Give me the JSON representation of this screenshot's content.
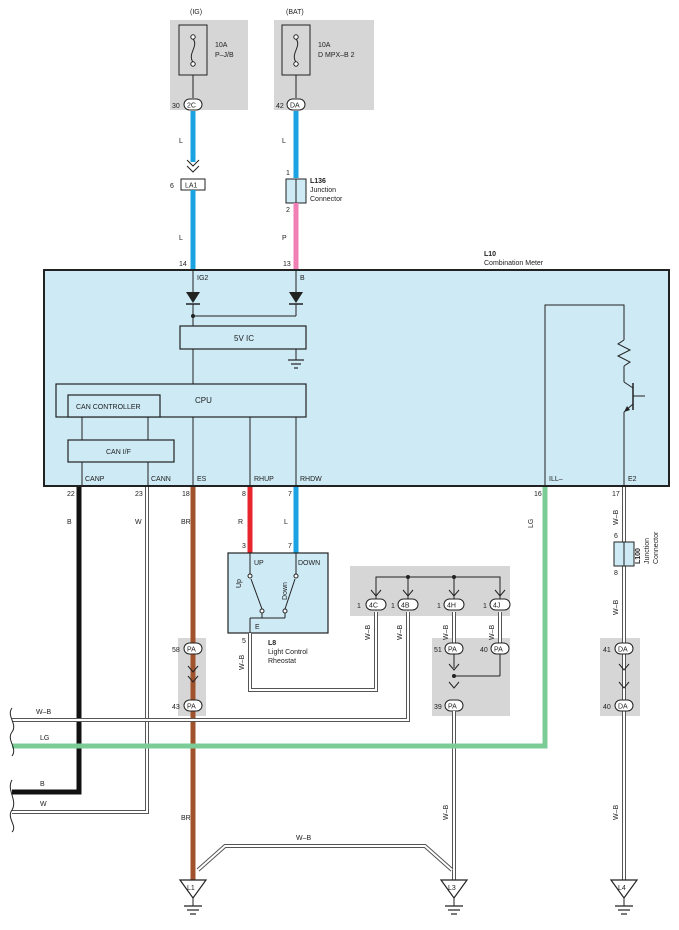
{
  "fuses": {
    "ig": {
      "source": "(IG)",
      "rating": "10A",
      "name": "P–J/B",
      "pin": "30",
      "connector": "2C"
    },
    "bat": {
      "source": "(BAT)",
      "rating": "10A",
      "name": "D MPX–B 2",
      "pin": "42",
      "connector": "DA"
    }
  },
  "wire_colors": {
    "L": "#1aa3e0",
    "P": "#f07fb4",
    "R": "#e8252c",
    "B": "#111111",
    "W": "#ffffff",
    "BR": "#a0522d",
    "LG": "#7ccc98",
    "W-B": "#ffffff"
  },
  "labels": {
    "wire_L": "L",
    "wire_P": "P",
    "wire_R": "R",
    "wire_B": "B",
    "wire_W": "W",
    "wire_BR": "BR",
    "wire_LG": "LG",
    "wire_WB": "W–B"
  },
  "la1": {
    "pin": "6",
    "name": "LA1"
  },
  "l136": {
    "id": "L136",
    "desc1": "Junction",
    "desc2": "Connector",
    "pin_top": "1",
    "pin_bottom": "2"
  },
  "meter": {
    "id": "L10",
    "name": "Combination Meter",
    "top_pins": {
      "ig2_num": "14",
      "ig2": "IG2",
      "b_num": "13",
      "b": "B"
    },
    "bottom_pins": [
      {
        "num": "22",
        "name": "CANP"
      },
      {
        "num": "23",
        "name": "CANN"
      },
      {
        "num": "18",
        "name": "ES"
      },
      {
        "num": "8",
        "name": "RHUP"
      },
      {
        "num": "7",
        "name": "RHDW"
      },
      {
        "num": "16",
        "name": "ILL–"
      },
      {
        "num": "17",
        "name": "E2"
      }
    ],
    "ic": "5V IC",
    "cpu": "CPU",
    "can_controller": "CAN CONTROLLER",
    "can_if": "CAN I/F"
  },
  "l8": {
    "id": "L8",
    "desc1": "Light Control",
    "desc2": "Rheostat",
    "up": "UP",
    "down": "DOWN",
    "up_side": "Up",
    "down_side": "Down",
    "e": "E",
    "pin_up": "3",
    "pin_down": "7",
    "pin_e": "5"
  },
  "l100": {
    "id": "L100",
    "desc1": "Junction",
    "desc2": "Connector",
    "pin_top": "6",
    "pin_bottom": "8"
  },
  "junction_4": [
    {
      "pin": "1",
      "name": "4C"
    },
    {
      "pin": "1",
      "name": "4B"
    },
    {
      "pin": "1",
      "name": "4H"
    },
    {
      "pin": "1",
      "name": "4J"
    }
  ],
  "pa_connectors": {
    "es_top": {
      "pin": "58",
      "name": "PA"
    },
    "es_bottom": {
      "pin": "43",
      "name": "PA"
    },
    "mid_left": {
      "pin": "51",
      "name": "PA"
    },
    "mid_right": {
      "pin": "40",
      "name": "PA"
    },
    "mid_bottom": {
      "pin": "39",
      "name": "PA"
    }
  },
  "da_connectors": {
    "top": {
      "pin": "41",
      "name": "DA"
    },
    "bottom": {
      "pin": "40",
      "name": "DA"
    }
  },
  "grounds": {
    "l1": "L1",
    "l3": "L3",
    "l4": "L4"
  }
}
